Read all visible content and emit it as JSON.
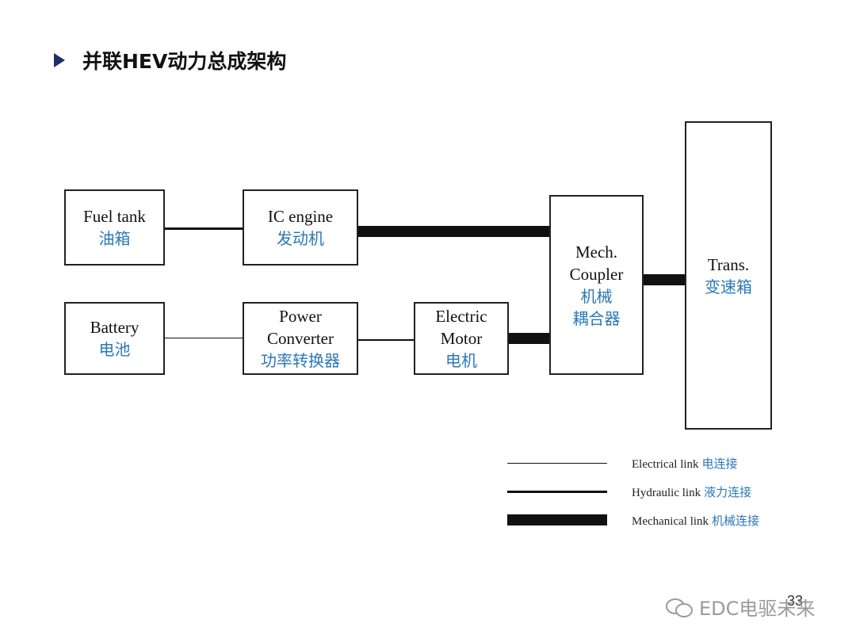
{
  "title": "并联HEV动力总成架构",
  "blocks": {
    "fuel_tank": {
      "en": "Fuel tank",
      "cn": "油箱"
    },
    "ic_engine": {
      "en": "IC engine",
      "cn": "发动机"
    },
    "battery": {
      "en": "Battery",
      "cn": "电池"
    },
    "power_converter": {
      "en1": "Power",
      "en2": "Converter",
      "cn": "功率转换器"
    },
    "electric_motor": {
      "en1": "Electric",
      "en2": "Motor",
      "cn": "电机"
    },
    "mech_coupler": {
      "en1": "Mech.",
      "en2": "Coupler",
      "cn1": "机械",
      "cn2": "耦合器"
    },
    "trans": {
      "en": "Trans.",
      "cn": "变速箱"
    }
  },
  "legend": [
    {
      "en": "Electrical link",
      "cn": "电连接",
      "style": "thin"
    },
    {
      "en": "Hydraulic link",
      "cn": "液力连接",
      "style": "medium"
    },
    {
      "en": "Mechanical link",
      "cn": "机械连接",
      "style": "thick"
    }
  ],
  "page_number": "33",
  "watermark": "EDC电驱未来",
  "colors": {
    "chinese_text": "#2a78b8",
    "title_arrow": "#1f2d6b"
  }
}
